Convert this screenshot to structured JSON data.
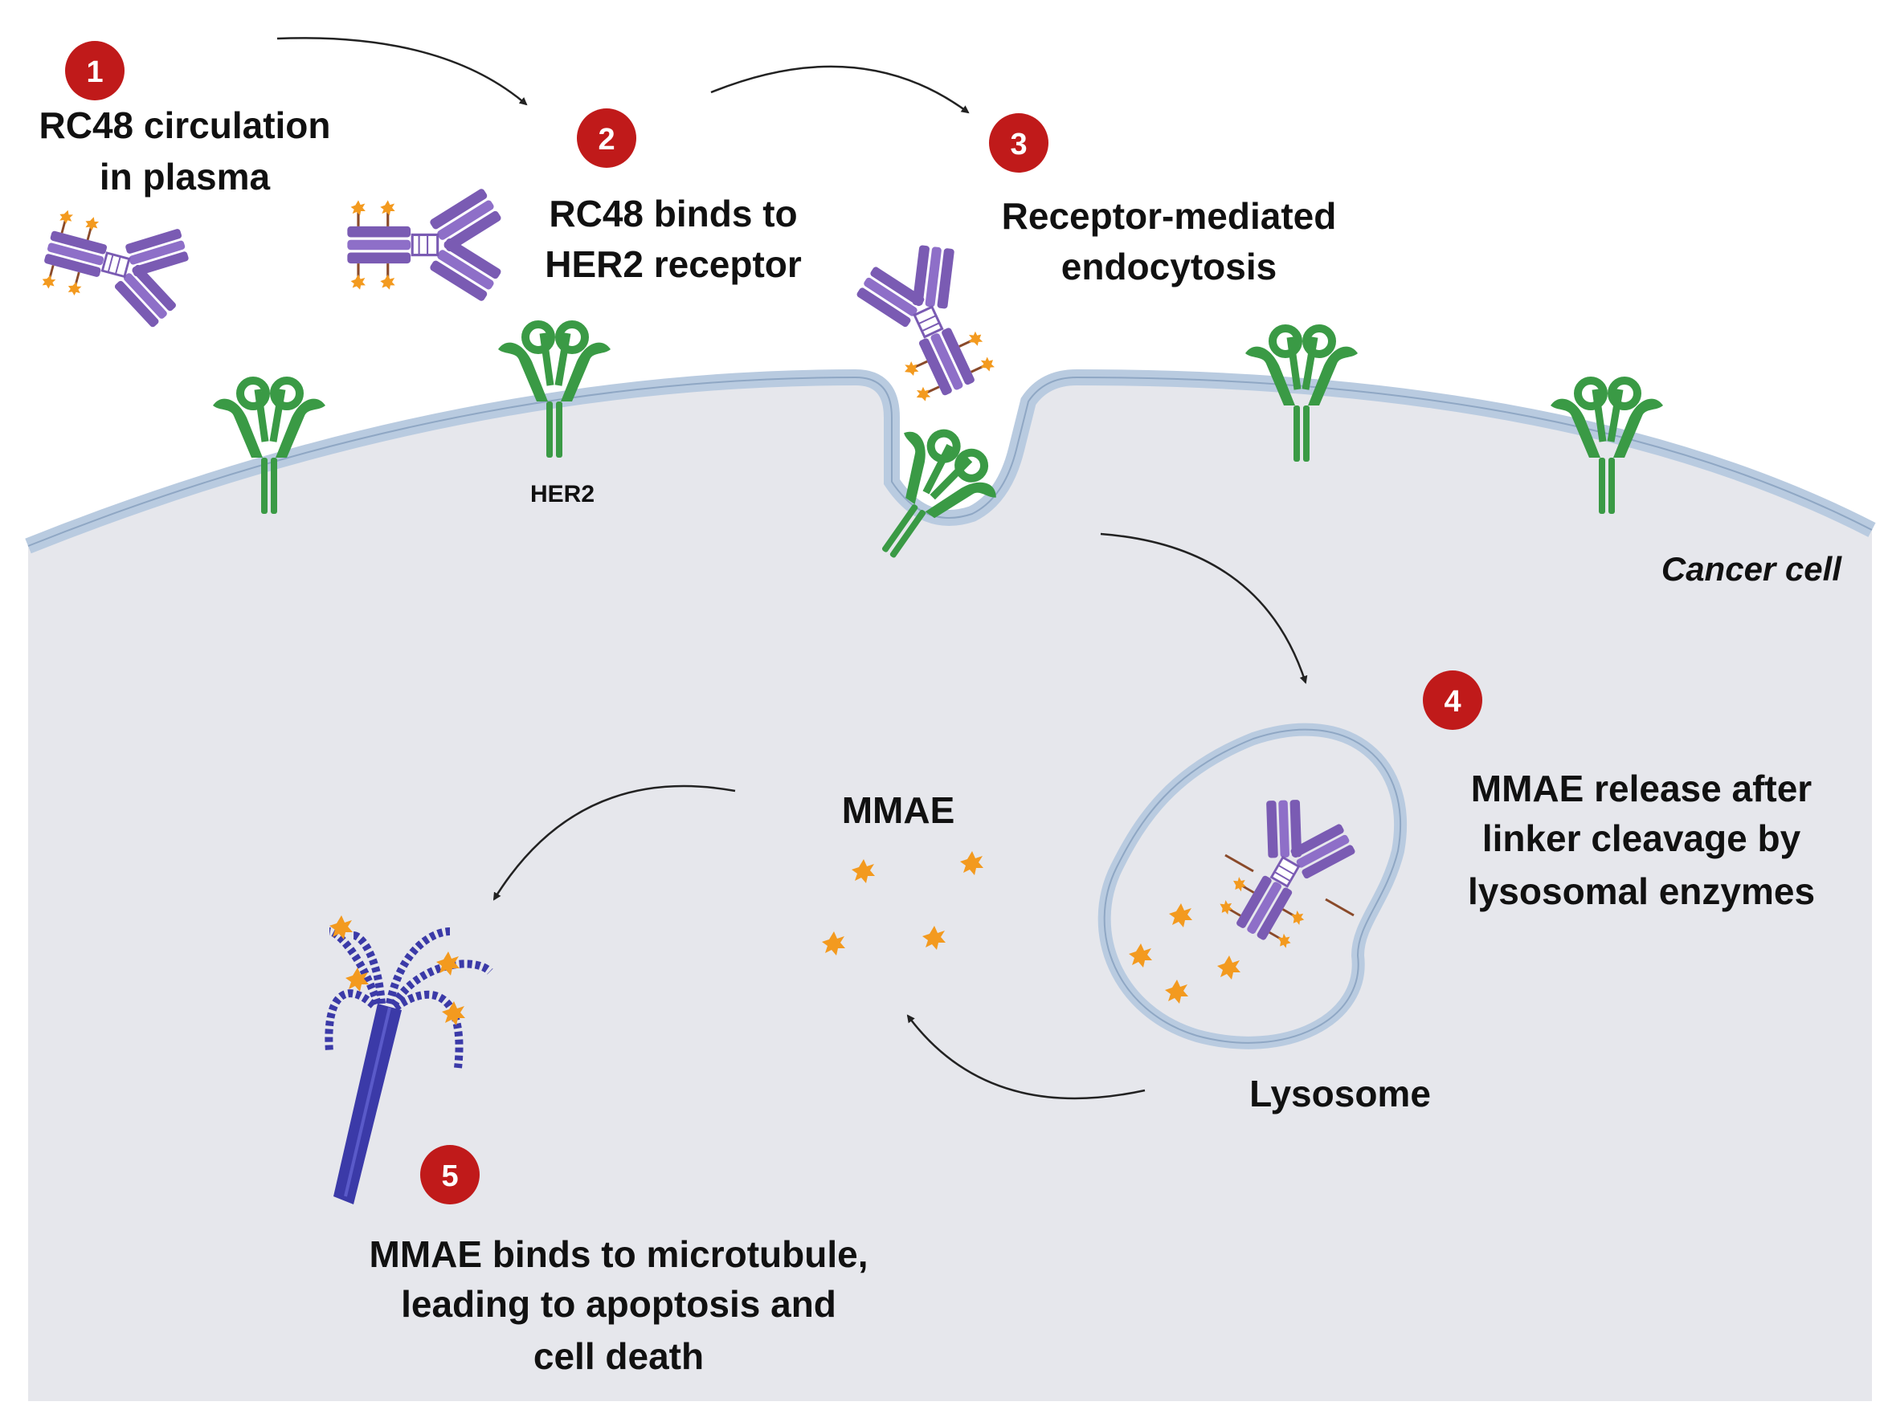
{
  "steps": [
    {
      "number": "1",
      "lines": [
        "RC48 circulation",
        "in plasma"
      ]
    },
    {
      "number": "2",
      "lines": [
        "RC48 binds to",
        "HER2 receptor"
      ]
    },
    {
      "number": "3",
      "lines": [
        "Receptor-mediated",
        "endocytosis"
      ]
    },
    {
      "number": "4",
      "lines": [
        "MMAE release after",
        "linker cleavage by",
        "lysosomal enzymes"
      ]
    },
    {
      "number": "5",
      "lines": [
        "MMAE binds to microtubule,",
        "leading to apoptosis and",
        "cell death"
      ]
    }
  ],
  "labels": {
    "her2": "HER2",
    "cancer_cell": "Cancer cell",
    "mmae": "MMAE",
    "lysosome": "Lysosome"
  },
  "colors": {
    "badge": "#c01a1a",
    "antibody": "#7a5bb3",
    "receptor": "#3a9a45",
    "payload": "#f39a1f",
    "membrane": "#b9cbe0",
    "cytoplasm": "#e6e7ec",
    "microtubule": "#3b3aa8"
  }
}
